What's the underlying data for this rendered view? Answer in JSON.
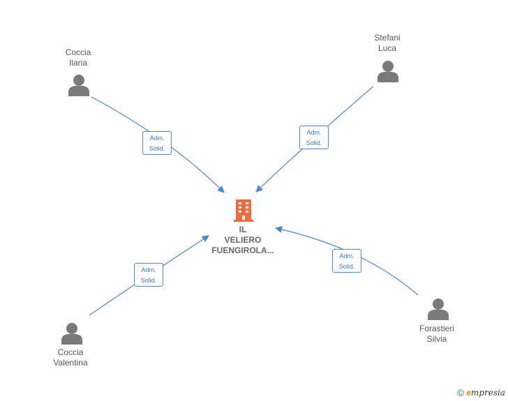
{
  "company": {
    "name_line1": "IL",
    "name_line2": "VELIERO",
    "name_line3": "FUENGIROLA...",
    "icon": "building-icon",
    "color": "#f26b3a"
  },
  "persons": [
    {
      "first": "Coccia",
      "second": "Ilaria",
      "icon": "person-icon"
    },
    {
      "first": "Stefani",
      "second": "Luca",
      "icon": "person-icon"
    },
    {
      "first": "Coccia",
      "second": "Valentina",
      "icon": "person-icon"
    },
    {
      "first": "Forastieri",
      "second": "Silvia",
      "icon": "person-icon"
    }
  ],
  "relations": [
    {
      "line1": "Adm.",
      "line2": "Solid."
    },
    {
      "line1": "Adm.",
      "line2": "Solid."
    },
    {
      "line1": "Adm.",
      "line2": "Solid."
    },
    {
      "line1": "Adm.",
      "line2": "Solid."
    }
  ],
  "colors": {
    "edge": "#4a86d2",
    "person": "#7a7a7a",
    "text": "#555555"
  },
  "brand": {
    "copyright": "©",
    "initial": "e",
    "rest": "mpresia"
  }
}
